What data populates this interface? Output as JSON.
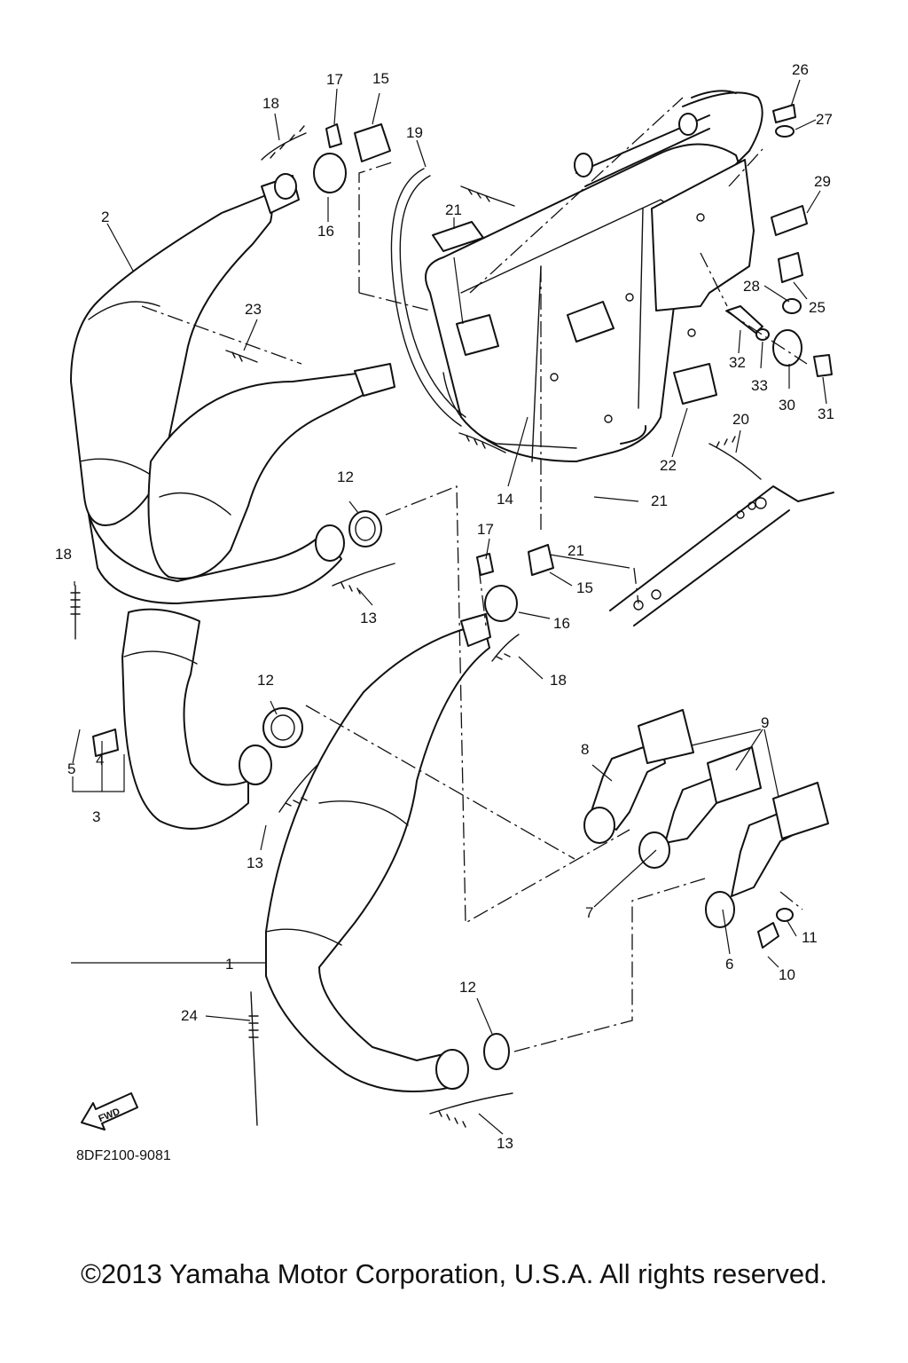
{
  "diagram": {
    "code": "8DF2100-9081",
    "fwd_label": "FWD",
    "copyright": "©2013 Yamaha Motor Corporation, U.S.A. All rights reserved."
  },
  "callouts": [
    "1",
    "2",
    "3",
    "4",
    "5",
    "6",
    "7",
    "8",
    "9",
    "10",
    "11",
    "12",
    "12",
    "12",
    "13",
    "13",
    "13",
    "14",
    "15",
    "15",
    "16",
    "16",
    "17",
    "17",
    "18",
    "18",
    "18",
    "19",
    "20",
    "21",
    "21",
    "21",
    "22",
    "23",
    "24",
    "25",
    "26",
    "27",
    "28",
    "29",
    "30",
    "31",
    "32",
    "33"
  ]
}
